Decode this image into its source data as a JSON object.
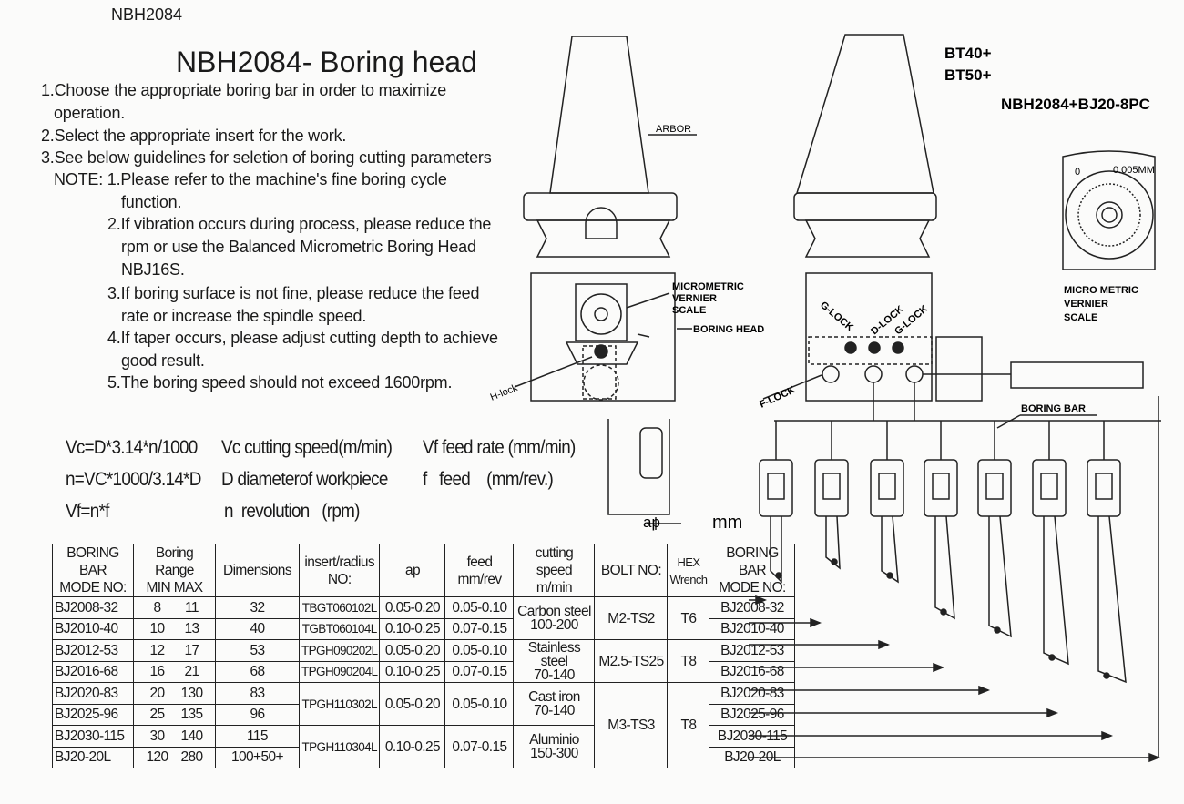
{
  "header": {
    "code": "NBH2084",
    "title": "NBH2084- Boring head"
  },
  "instructions": [
    "1.Choose the appropriate boring bar in order to maximize",
    "operation.",
    "2.Select the appropriate insert for the work.",
    "3.See below guidelines for seletion of boring cutting parameters",
    "NOTE: 1.Please refer to the machine's fine boring cycle",
    "function.",
    "2.If vibration occurs during process, please reduce the",
    "rpm or use the Balanced Micrometric Boring Head",
    "NBJ16S.",
    "3.If boring surface is not fine, please reduce the feed",
    "rate or increase the spindle speed.",
    "4.If taper occurs, please adjust cutting depth to achieve",
    "good result.",
    "5.The boring speed should not exceed 1600rpm."
  ],
  "formulas": [
    {
      "eq": "Vc=D*3.14*n/1000",
      "def1": "Vc cutting speed(m/min)",
      "def2": "Vf  feed rate (mm/min)"
    },
    {
      "eq": "n=VC*1000/3.14*D",
      "def1": "D  diameterof workpiece",
      "def2": "f   feed    (mm/rev.)"
    },
    {
      "eq": "Vf=n*f",
      "def1": "n  revolution   (rpm)",
      "def2": ""
    }
  ],
  "diagram": {
    "arbor": "ARBOR",
    "micrometric": [
      "MICROMETRIC",
      "VERNIER",
      "SCALE"
    ],
    "boring_head": "BORING HEAD",
    "h_lock": "H-lock",
    "ap": "ap",
    "unit": "mm",
    "bt40": "BT40+",
    "bt50": "BT50+",
    "kit": "NBH2084+BJ20-8PC",
    "dial_label": "0.005MM",
    "dial_zero": "0",
    "micro_metric": [
      "MICRO METRIC",
      "VERNIER",
      "SCALE"
    ],
    "g_lock": "G-LOCK",
    "d_lock": "D-LOCK",
    "g_lock2": "G-LOCK",
    "f_lock": "F-LOCK",
    "boring_bar": "BORING BAR"
  },
  "table": {
    "headers": {
      "model": [
        "BORING BAR",
        "MODE NO:"
      ],
      "range": [
        "Boring Range",
        "MIN MAX"
      ],
      "dims": "Dimensions",
      "insert": [
        "insert/radius",
        "NO:"
      ],
      "ap": "ap",
      "feed": [
        "feed",
        "mm/rev"
      ],
      "speed": [
        "cutting speed",
        "m/min"
      ],
      "bolt": "BOLT NO:",
      "hex": [
        "HEX",
        "Wrench"
      ],
      "model2": [
        "BORING BAR",
        "MODE  NO:"
      ]
    },
    "rows": [
      {
        "model": "BJ2008-32",
        "min": "8",
        "max": "11",
        "dims": "32",
        "insert": "TBGT060102L",
        "ap": "0.05-0.20",
        "feed": "0.05-0.10",
        "model2": "BJ2008-32"
      },
      {
        "model": "BJ2010-40",
        "min": "10",
        "max": "13",
        "dims": "40",
        "insert": "TGBT060104L",
        "ap": "0.10-0.25",
        "feed": "0.07-0.15",
        "model2": "BJ2010-40"
      },
      {
        "model": "BJ2012-53",
        "min": "12",
        "max": "17",
        "dims": "53",
        "insert": "TPGH090202L",
        "ap": "0.05-0.20",
        "feed": "0.05-0.10",
        "model2": "BJ2012-53"
      },
      {
        "model": "BJ2016-68",
        "min": "16",
        "max": "21",
        "dims": "68",
        "insert": "TPGH090204L",
        "ap": "0.10-0.25",
        "feed": "0.07-0.15",
        "model2": "BJ2016-68"
      },
      {
        "model": "BJ2020-83",
        "min": "20",
        "max": "130",
        "dims": "83",
        "insert": "TPGH110302L",
        "ap": "0.05-0.20",
        "feed": "0.05-0.10",
        "model2": "BJ2020-83"
      },
      {
        "model": "BJ2025-96",
        "min": "25",
        "max": "135",
        "dims": "96",
        "model2": "BJ2025-96"
      },
      {
        "model": "BJ2030-115",
        "min": "30",
        "max": "140",
        "dims": "115",
        "insert": "TPGH110304L",
        "ap": "0.10-0.25",
        "feed": "0.07-0.15",
        "model2": "BJ2030-115"
      },
      {
        "model": "BJ20-20L",
        "min": "120",
        "max": "280",
        "dims": "100+50+",
        "model2": "BJ20-20L"
      }
    ],
    "speeds": [
      [
        "Carbon steel",
        "100-200"
      ],
      [
        "Stainless steel",
        "70-140"
      ],
      [
        "Cast iron",
        "70-140"
      ],
      [
        "Aluminio",
        "150-300"
      ]
    ],
    "bolts": [
      "M2-TS2",
      "M2.5-TS25",
      "M3-TS3"
    ],
    "hex": [
      "T6",
      "T8",
      "T8"
    ]
  }
}
